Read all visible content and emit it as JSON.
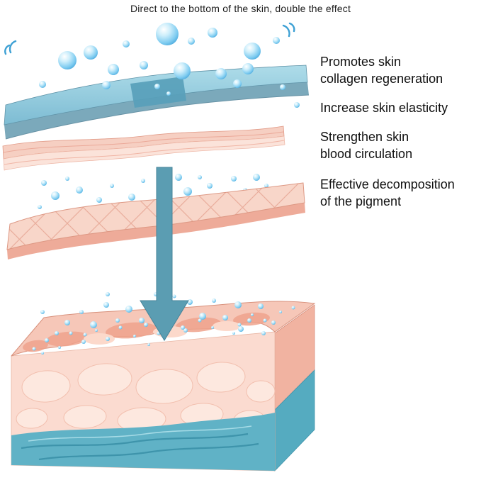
{
  "title": "Direct to the bottom of the skin, double the effect",
  "benefits": [
    {
      "label": "Promotes skin\ncollagen regeneration"
    },
    {
      "label": "Increase skin elasticity"
    },
    {
      "label": "Strengthen skin\nblood circulation"
    },
    {
      "label": "Effective decomposition\nof the pigment"
    }
  ],
  "colors": {
    "background": "#ffffff",
    "text": "#101010",
    "bubble_blue": "#44a4da",
    "epidermis_blue": "#8cc8dd",
    "epidermis_edge": "#7ba9bb",
    "skin_pink_light": "#fbdbd0",
    "skin_pink": "#f6c7b8",
    "skin_pink_deep": "#eea28c",
    "grid_line_pink": "#e9ae9c",
    "arrow_teal": "#5b9db2",
    "water_teal": "#60b2c6"
  }
}
